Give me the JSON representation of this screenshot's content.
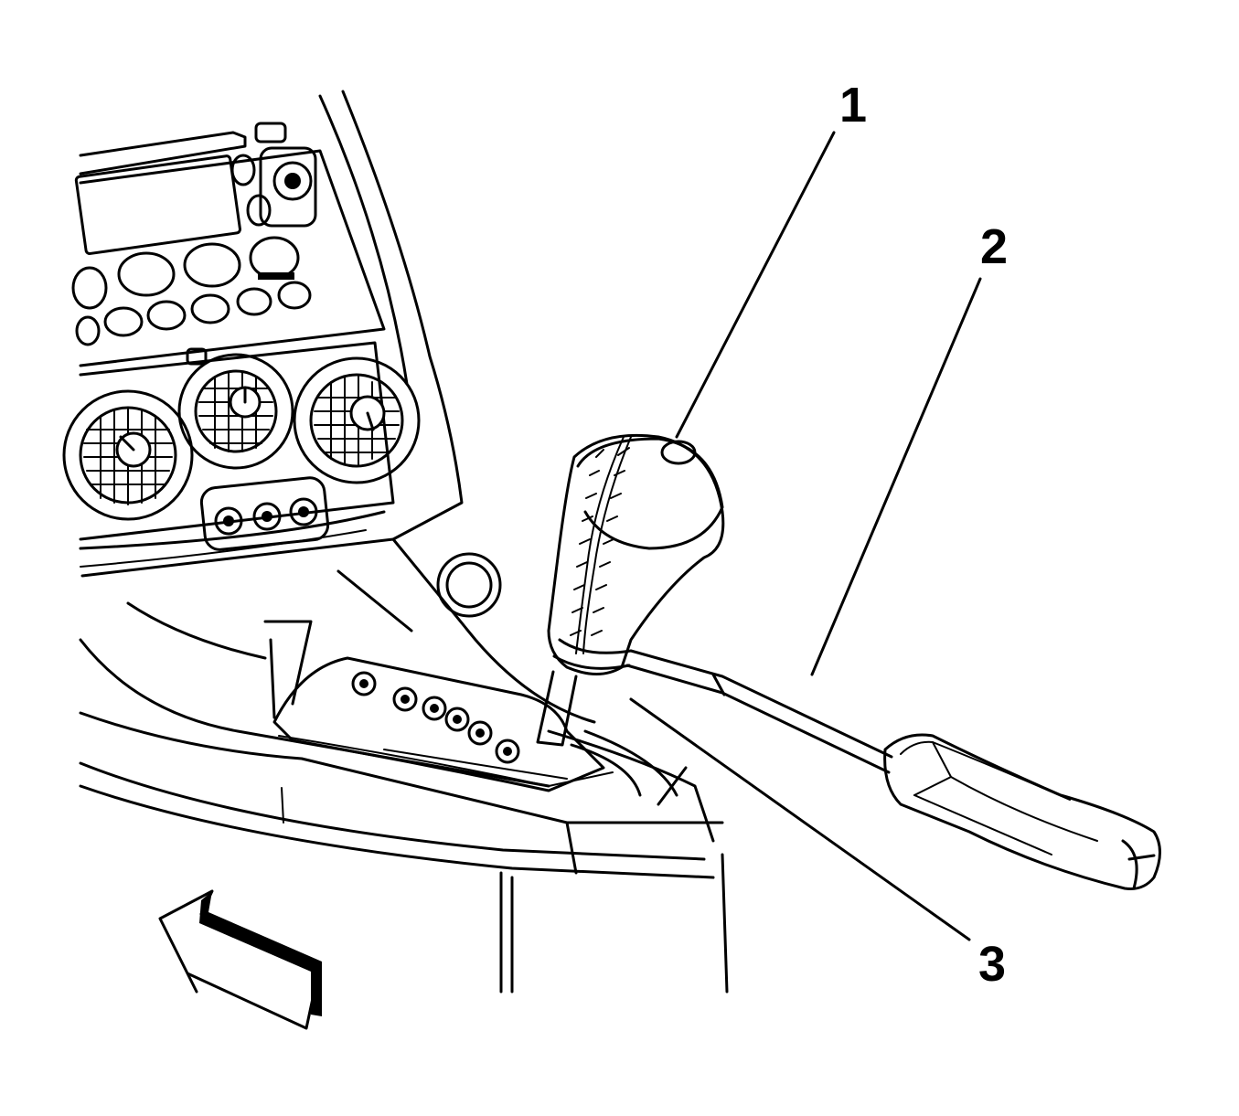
{
  "callouts": [
    {
      "id": "1",
      "label": "1"
    },
    {
      "id": "2",
      "label": "2"
    },
    {
      "id": "3",
      "label": "3"
    }
  ],
  "colors": {
    "line": "#000000",
    "background": "#ffffff"
  },
  "icons": {
    "direction_arrow": "arrow-forward-icon"
  }
}
